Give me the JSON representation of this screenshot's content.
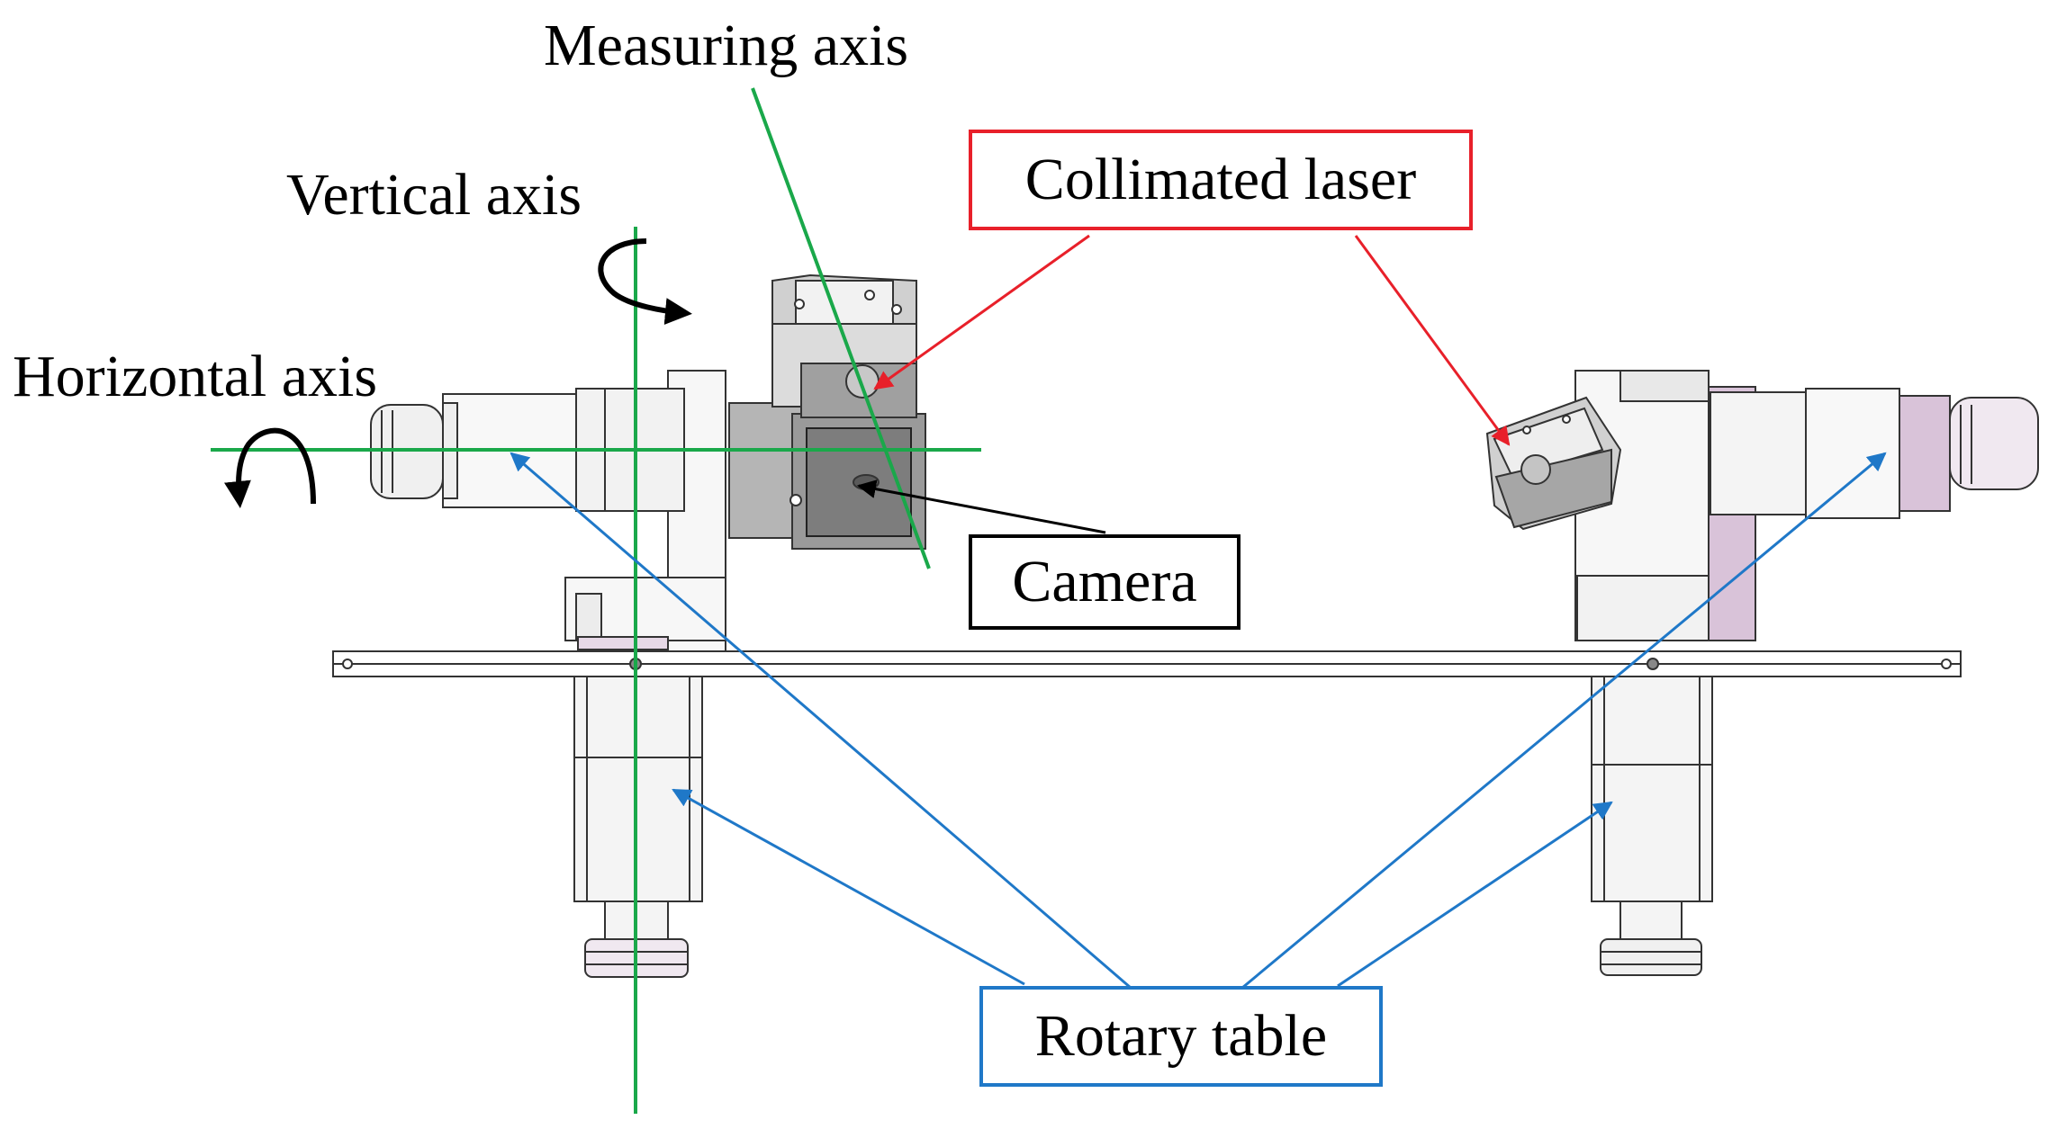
{
  "labels": {
    "measuring_axis": "Measuring axis",
    "vertical_axis": "Vertical axis",
    "horizontal_axis": "Horizontal axis",
    "collimated_laser": "Collimated laser",
    "camera": "Camera",
    "rotary_table": "Rotary table"
  },
  "colors": {
    "axis_line": "#1aa84a",
    "laser_callout": "#e8202a",
    "camera_callout": "#000000",
    "rotary_callout": "#1f78c8",
    "body_gray": "#a8a8a8",
    "body_dark": "#7d7d7d",
    "accent_pink": "#d9c3d9",
    "outline": "#333333"
  }
}
